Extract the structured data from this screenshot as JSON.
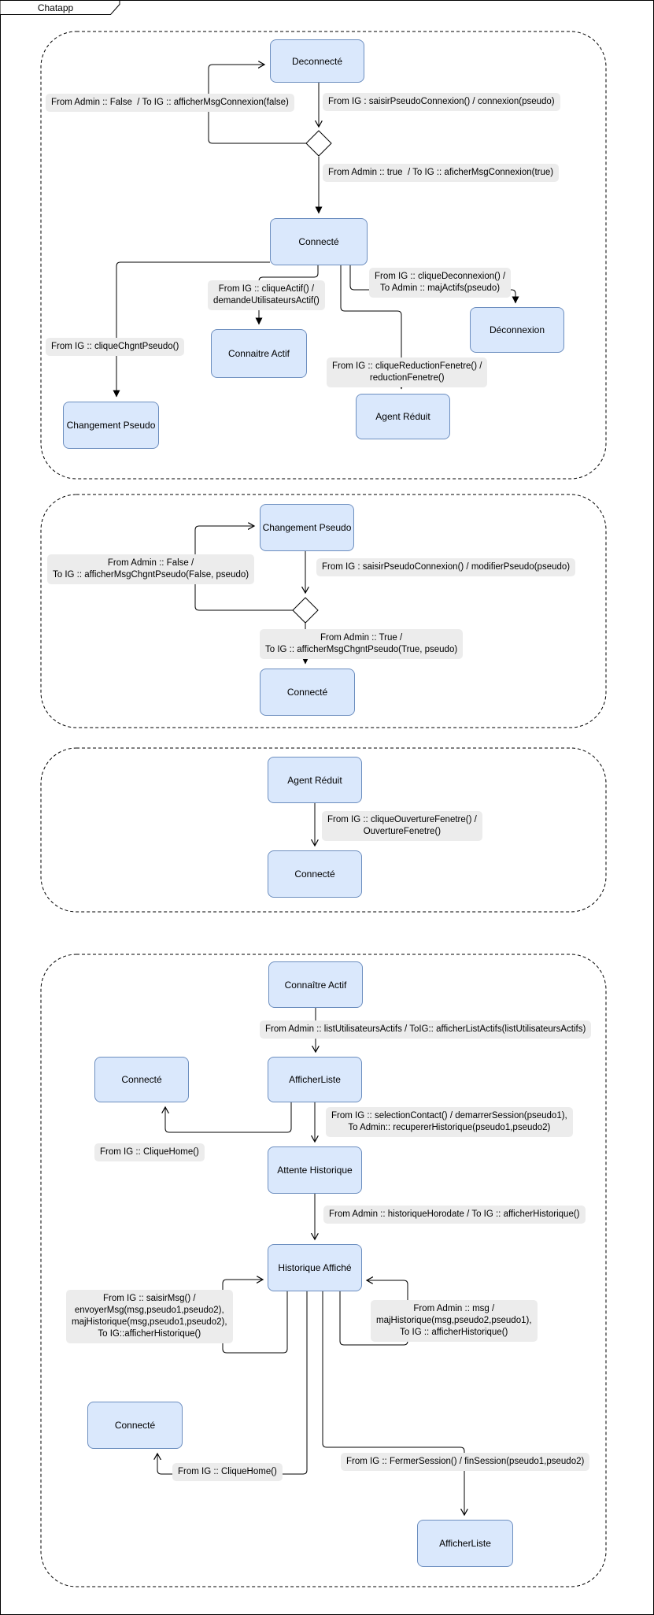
{
  "frame": {
    "title": "Chatapp"
  },
  "colors": {
    "state_fill": "#dae8fc",
    "state_border": "#6c8ebf",
    "label_bg": "#ececec",
    "line": "#000000"
  },
  "section1": {
    "states": {
      "deconnecte": "Deconnecté",
      "connecte": "Connecté",
      "connaitre_actif": "Connaitre Actif",
      "changement_pseudo": "Changement Pseudo",
      "deconnexion": "Déconnexion",
      "agent_reduit": "Agent Réduit"
    },
    "transitions": {
      "admin_false": "From Admin :: False  / To IG :: afficherMsgConnexion(false)",
      "saisir_pseudo_connexion": "From IG : saisirPseudoConnexion() / connexion(pseudo)",
      "admin_true": "From Admin :: true  / To IG :: aficherMsgConnexion(true)",
      "clique_chgnt_pseudo": "From IG :: cliqueChgntPseudo()",
      "clique_actif": "From IG :: cliqueActif() /\ndemandeUtilisateursActif()",
      "clique_deconnexion": "From IG :: cliqueDeconnexion() /\nTo Admin :: majActifs(pseudo)",
      "clique_reduction_fenetre": "From IG :: cliqueReductionFenetre() /\nreductionFenetre()"
    }
  },
  "section2": {
    "states": {
      "changement_pseudo": "Changement Pseudo",
      "connecte": "Connecté"
    },
    "transitions": {
      "admin_false": "From Admin :: False /\nTo IG :: afficherMsgChgntPseudo(False, pseudo)",
      "saisir_pseudo": "From IG : saisirPseudoConnexion() / modifierPseudo(pseudo)",
      "admin_true": "From Admin :: True /\nTo IG :: afficherMsgChgntPseudo(True, pseudo)"
    }
  },
  "section3": {
    "states": {
      "agent_reduit": "Agent Réduit",
      "connecte": "Connecté"
    },
    "transitions": {
      "clique_ouverture": "From IG :: cliqueOuvertureFenetre() /\nOuvertureFenetre()"
    }
  },
  "section4": {
    "states": {
      "connaitre_actif": "Connaître Actif",
      "afficher_liste": "AfficherListe",
      "connecte_haut": "Connecté",
      "attente_historique": "Attente Historique",
      "historique_affiche": "Historique Affiché",
      "connecte_bas": "Connecté",
      "afficher_liste_bas": "AfficherListe"
    },
    "transitions": {
      "list_utilisateurs": "From Admin :: listUtilisateursActifs / ToIG:: afficherListActifs(listUtilisateursActifs)",
      "selection_contact": "From IG :: selectionContact() / demarrerSession(pseudo1),\nTo Admin:: recupererHistorique(pseudo1,pseudo2)",
      "clique_home_haut": "From IG :: CliqueHome()",
      "historique_horodate": "From Admin :: historiqueHorodate / To IG :: afficherHistorique()",
      "saisir_msg": "From IG :: saisirMsg() /\nenvoyerMsg(msg,pseudo1,pseudo2),\nmajHistorique(msg,pseudo1,pseudo2),\nTo IG::afficherHistorique()",
      "admin_msg": "From Admin :: msg /\nmajHistorique(msg,pseudo2,pseudo1),\nTo IG :: afficherHistorique()",
      "clique_home_bas": "From IG :: CliqueHome()",
      "fermer_session": "From IG :: FermerSession() / finSession(pseudo1,pseudo2)"
    }
  }
}
